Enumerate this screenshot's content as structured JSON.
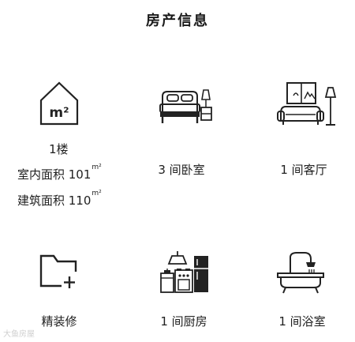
{
  "header": {
    "title": "房产信息"
  },
  "features": {
    "floor": {
      "icon": "area-m2-house-icon",
      "icon_text": "m²",
      "floor_label": "1楼",
      "indoor_area_label": "室内面积 101",
      "building_area_label": "建筑面积 110",
      "area_unit": "m²"
    },
    "bedroom": {
      "icon": "bed-icon",
      "label": "3 间卧室"
    },
    "living_room": {
      "icon": "sofa-lamp-icon",
      "label": "1 间客厅"
    },
    "decoration": {
      "icon": "folder-plus-icon",
      "label": "精装修"
    },
    "kitchen": {
      "icon": "kitchen-icon",
      "label": "1 间厨房"
    },
    "bathroom": {
      "icon": "bathtub-shower-icon",
      "label": "1 间浴室"
    }
  },
  "watermark": {
    "text": "大鱼房屋"
  }
}
